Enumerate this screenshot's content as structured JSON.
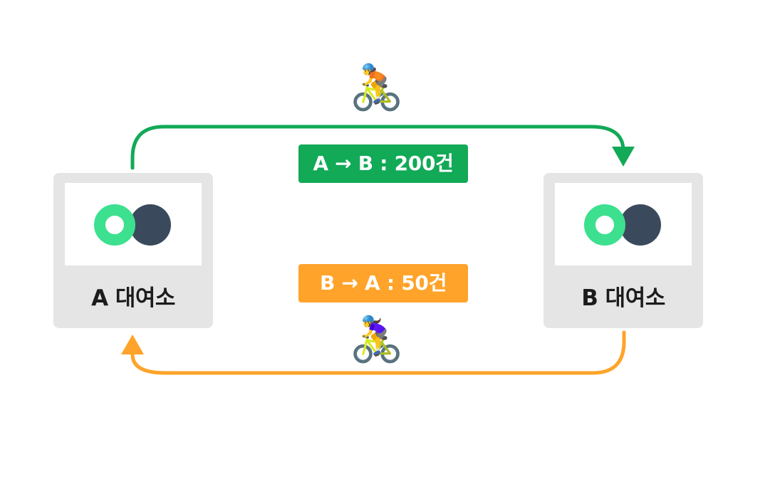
{
  "stations": {
    "a": {
      "label": "A 대여소"
    },
    "b": {
      "label": "B 대여소"
    }
  },
  "flows": {
    "a_to_b": {
      "label": "A → B : 200건",
      "color": "#12a957"
    },
    "b_to_a": {
      "label": "B → A : 50건",
      "color": "#ffa32a"
    }
  },
  "riders": {
    "top": {
      "glyph": "🚴",
      "icon": "cyclist-male-icon"
    },
    "bottom": {
      "glyph": "🚴‍♀️",
      "icon": "cyclist-female-icon"
    }
  },
  "logo_colors": {
    "ring": "#3ce08f",
    "dark": "#3a4a5c"
  }
}
